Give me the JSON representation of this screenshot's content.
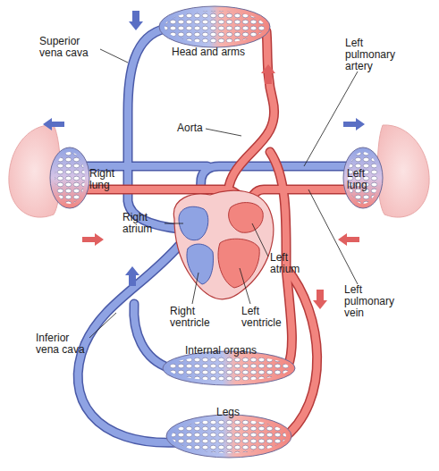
{
  "diagram": {
    "labels": [
      "Head and arms",
      "Superior vena cava",
      "Aorta",
      "Left pulmonary artery",
      "Right lung",
      "Left lung",
      "Right atrium",
      "Left atrium",
      "Right ventricle",
      "Left ventricle",
      "Left pulmonary vein",
      "Inferior vena cava",
      "Internal organs",
      "Legs"
    ]
  }
}
